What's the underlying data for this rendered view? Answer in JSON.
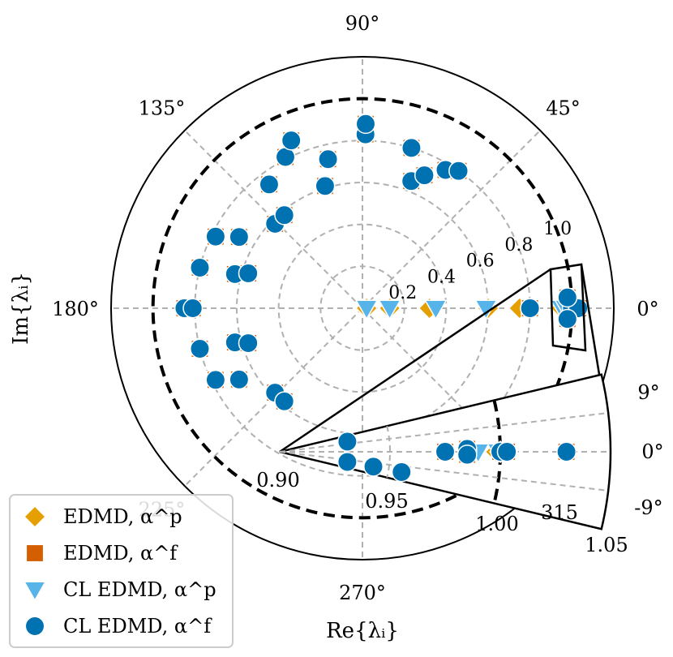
{
  "chart_data": [
    {
      "type": "scatter",
      "projection": "polar",
      "xlabel": "Re{λᵢ}",
      "ylabel": "Im{λᵢ}",
      "angle_ticks": [
        "0°",
        "45°",
        "90°",
        "135°",
        "180°",
        "225°",
        "270°",
        "315°"
      ],
      "radial_ticks": [
        "0.2",
        "0.4",
        "0.6",
        "0.8",
        "1.0"
      ],
      "rlim": [
        0,
        1.2
      ],
      "unit_circle": "dashed",
      "grid": true,
      "legend_placement": "bottom-left",
      "colors": {
        "edmd_p": "#E69F00",
        "edmd_f": "#D55E00",
        "cl_p": "#56B4E9",
        "cl_f": "#0072B2"
      },
      "series": [
        {
          "name": "EDMD, α^p",
          "marker": "diamond",
          "points": [
            {
              "theta": 0,
              "r": 0.02
            },
            {
              "theta": 0,
              "r": 0.13
            },
            {
              "theta": 0,
              "r": 0.32
            },
            {
              "theta": 0,
              "r": 0.6
            },
            {
              "theta": 0,
              "r": 0.75
            },
            {
              "theta": 0,
              "r": 0.95
            },
            {
              "theta": 0,
              "r": 0.97
            },
            {
              "theta": 0,
              "r": 0.98
            }
          ]
        },
        {
          "name": "EDMD, α^f",
          "marker": "square",
          "points": [
            {
              "theta": 0,
              "r": 0.8
            },
            {
              "theta": 0,
              "r": 1.0
            },
            {
              "theta": 0,
              "r": 1.03
            },
            {
              "theta": 3,
              "r": 0.98
            },
            {
              "theta": -3,
              "r": 0.98
            },
            {
              "theta": 180,
              "r": 0.85
            },
            {
              "theta": 180,
              "r": 0.81
            },
            {
              "theta": 166,
              "r": 0.8
            },
            {
              "theta": 165,
              "r": 0.63
            },
            {
              "theta": 163,
              "r": 0.57
            },
            {
              "theta": 154,
              "r": 0.78
            },
            {
              "theta": 150,
              "r": 0.68
            },
            {
              "theta": 136,
              "r": 0.58
            },
            {
              "theta": 130,
              "r": 0.58
            },
            {
              "theta": 127,
              "r": 0.74
            },
            {
              "theta": 117,
              "r": 0.81
            },
            {
              "theta": 113,
              "r": 0.87
            },
            {
              "theta": 107,
              "r": 0.61
            },
            {
              "theta": 103,
              "r": 0.73
            },
            {
              "theta": 89,
              "r": 0.83
            },
            {
              "theta": 89,
              "r": 0.88
            },
            {
              "theta": 73,
              "r": 0.8
            },
            {
              "theta": 69,
              "r": 0.65
            },
            {
              "theta": 65,
              "r": 0.7
            },
            {
              "theta": 59,
              "r": 0.77
            },
            {
              "theta": 55,
              "r": 0.8
            },
            {
              "theta": -166,
              "r": 0.8
            },
            {
              "theta": -165,
              "r": 0.63
            },
            {
              "theta": -163,
              "r": 0.57
            },
            {
              "theta": -154,
              "r": 0.78
            },
            {
              "theta": -150,
              "r": 0.68
            },
            {
              "theta": -136,
              "r": 0.58
            },
            {
              "theta": -130,
              "r": 0.58
            }
          ]
        },
        {
          "name": "CL EDMD, α^p",
          "marker": "triangle-down",
          "points": [
            {
              "theta": 0,
              "r": 0.02
            },
            {
              "theta": 0,
              "r": 0.13
            },
            {
              "theta": 0,
              "r": 0.35
            },
            {
              "theta": 0,
              "r": 0.59
            },
            {
              "theta": 0,
              "r": 0.95
            },
            {
              "theta": 0,
              "r": 0.97
            }
          ]
        },
        {
          "name": "CL EDMD, α^f",
          "marker": "circle",
          "points": [
            {
              "theta": 0,
              "r": 0.8
            },
            {
              "theta": 0,
              "r": 1.0
            },
            {
              "theta": 0,
              "r": 1.03
            },
            {
              "theta": 3,
              "r": 0.98
            },
            {
              "theta": -3,
              "r": 0.98
            },
            {
              "theta": 180,
              "r": 0.85
            },
            {
              "theta": 180,
              "r": 0.81
            },
            {
              "theta": 166,
              "r": 0.8
            },
            {
              "theta": 165,
              "r": 0.63
            },
            {
              "theta": 163,
              "r": 0.57
            },
            {
              "theta": 154,
              "r": 0.78
            },
            {
              "theta": 150,
              "r": 0.68
            },
            {
              "theta": 136,
              "r": 0.58
            },
            {
              "theta": 130,
              "r": 0.58
            },
            {
              "theta": 127,
              "r": 0.74
            },
            {
              "theta": 117,
              "r": 0.81
            },
            {
              "theta": 113,
              "r": 0.87
            },
            {
              "theta": 107,
              "r": 0.61
            },
            {
              "theta": 103,
              "r": 0.73
            },
            {
              "theta": 89,
              "r": 0.83
            },
            {
              "theta": 89,
              "r": 0.88
            },
            {
              "theta": 73,
              "r": 0.8
            },
            {
              "theta": 69,
              "r": 0.65
            },
            {
              "theta": 65,
              "r": 0.7
            },
            {
              "theta": 59,
              "r": 0.77
            },
            {
              "theta": 55,
              "r": 0.8
            },
            {
              "theta": -166,
              "r": 0.8
            },
            {
              "theta": -165,
              "r": 0.63
            },
            {
              "theta": -163,
              "r": 0.57
            },
            {
              "theta": -154,
              "r": 0.78
            },
            {
              "theta": -150,
              "r": 0.68
            },
            {
              "theta": -136,
              "r": 0.58
            },
            {
              "theta": -130,
              "r": 0.58
            }
          ]
        }
      ]
    },
    {
      "type": "scatter",
      "projection": "polar-sector",
      "role": "inset-zoom",
      "angle_ticks": [
        "9°",
        "0°",
        "-9°",
        "315"
      ],
      "radial_ticks": [
        "0.90",
        "0.95",
        "1.00",
        "1.05"
      ],
      "rlim": [
        0.9,
        1.05
      ],
      "thetalim": [
        -9,
        9
      ],
      "unit_circle": "dashed",
      "series": [
        {
          "name": "EDMD, α^p",
          "marker": "diamond",
          "points": [
            {
              "theta": 0,
              "r": 0.998
            },
            {
              "theta": 0,
              "r": 1.0
            },
            {
              "theta": 0,
              "r": 1.003
            }
          ]
        },
        {
          "name": "EDMD, α^f",
          "marker": "square",
          "points": [
            {
              "theta": 0,
              "r": 0.975
            },
            {
              "theta": 0,
              "r": 0.985
            },
            {
              "theta": 0.6,
              "r": 0.985
            },
            {
              "theta": -0.6,
              "r": 0.985
            },
            {
              "theta": 0,
              "r": 1.0
            },
            {
              "theta": 0,
              "r": 1.003
            },
            {
              "theta": 0,
              "r": 1.03
            }
          ]
        },
        {
          "name": "CL EDMD, α^p",
          "marker": "triangle-down",
          "points": [
            {
              "theta": 0,
              "r": 0.99
            },
            {
              "theta": 0,
              "r": 0.999
            }
          ]
        },
        {
          "name": "CL EDMD, α^f",
          "marker": "circle",
          "points": [
            {
              "theta": 5.7,
              "r": 0.931
            },
            {
              "theta": 0,
              "r": 0.975
            },
            {
              "theta": 0,
              "r": 0.985
            },
            {
              "theta": 0.6,
              "r": 0.985
            },
            {
              "theta": -0.6,
              "r": 0.985
            },
            {
              "theta": 0,
              "r": 1.0
            },
            {
              "theta": 0,
              "r": 1.003
            },
            {
              "theta": 0,
              "r": 1.03
            },
            {
              "theta": -5.7,
              "r": 0.931
            },
            {
              "theta": -6.3,
              "r": 0.956
            },
            {
              "theta": -6.0,
              "r": 0.943
            }
          ]
        }
      ]
    }
  ]
}
